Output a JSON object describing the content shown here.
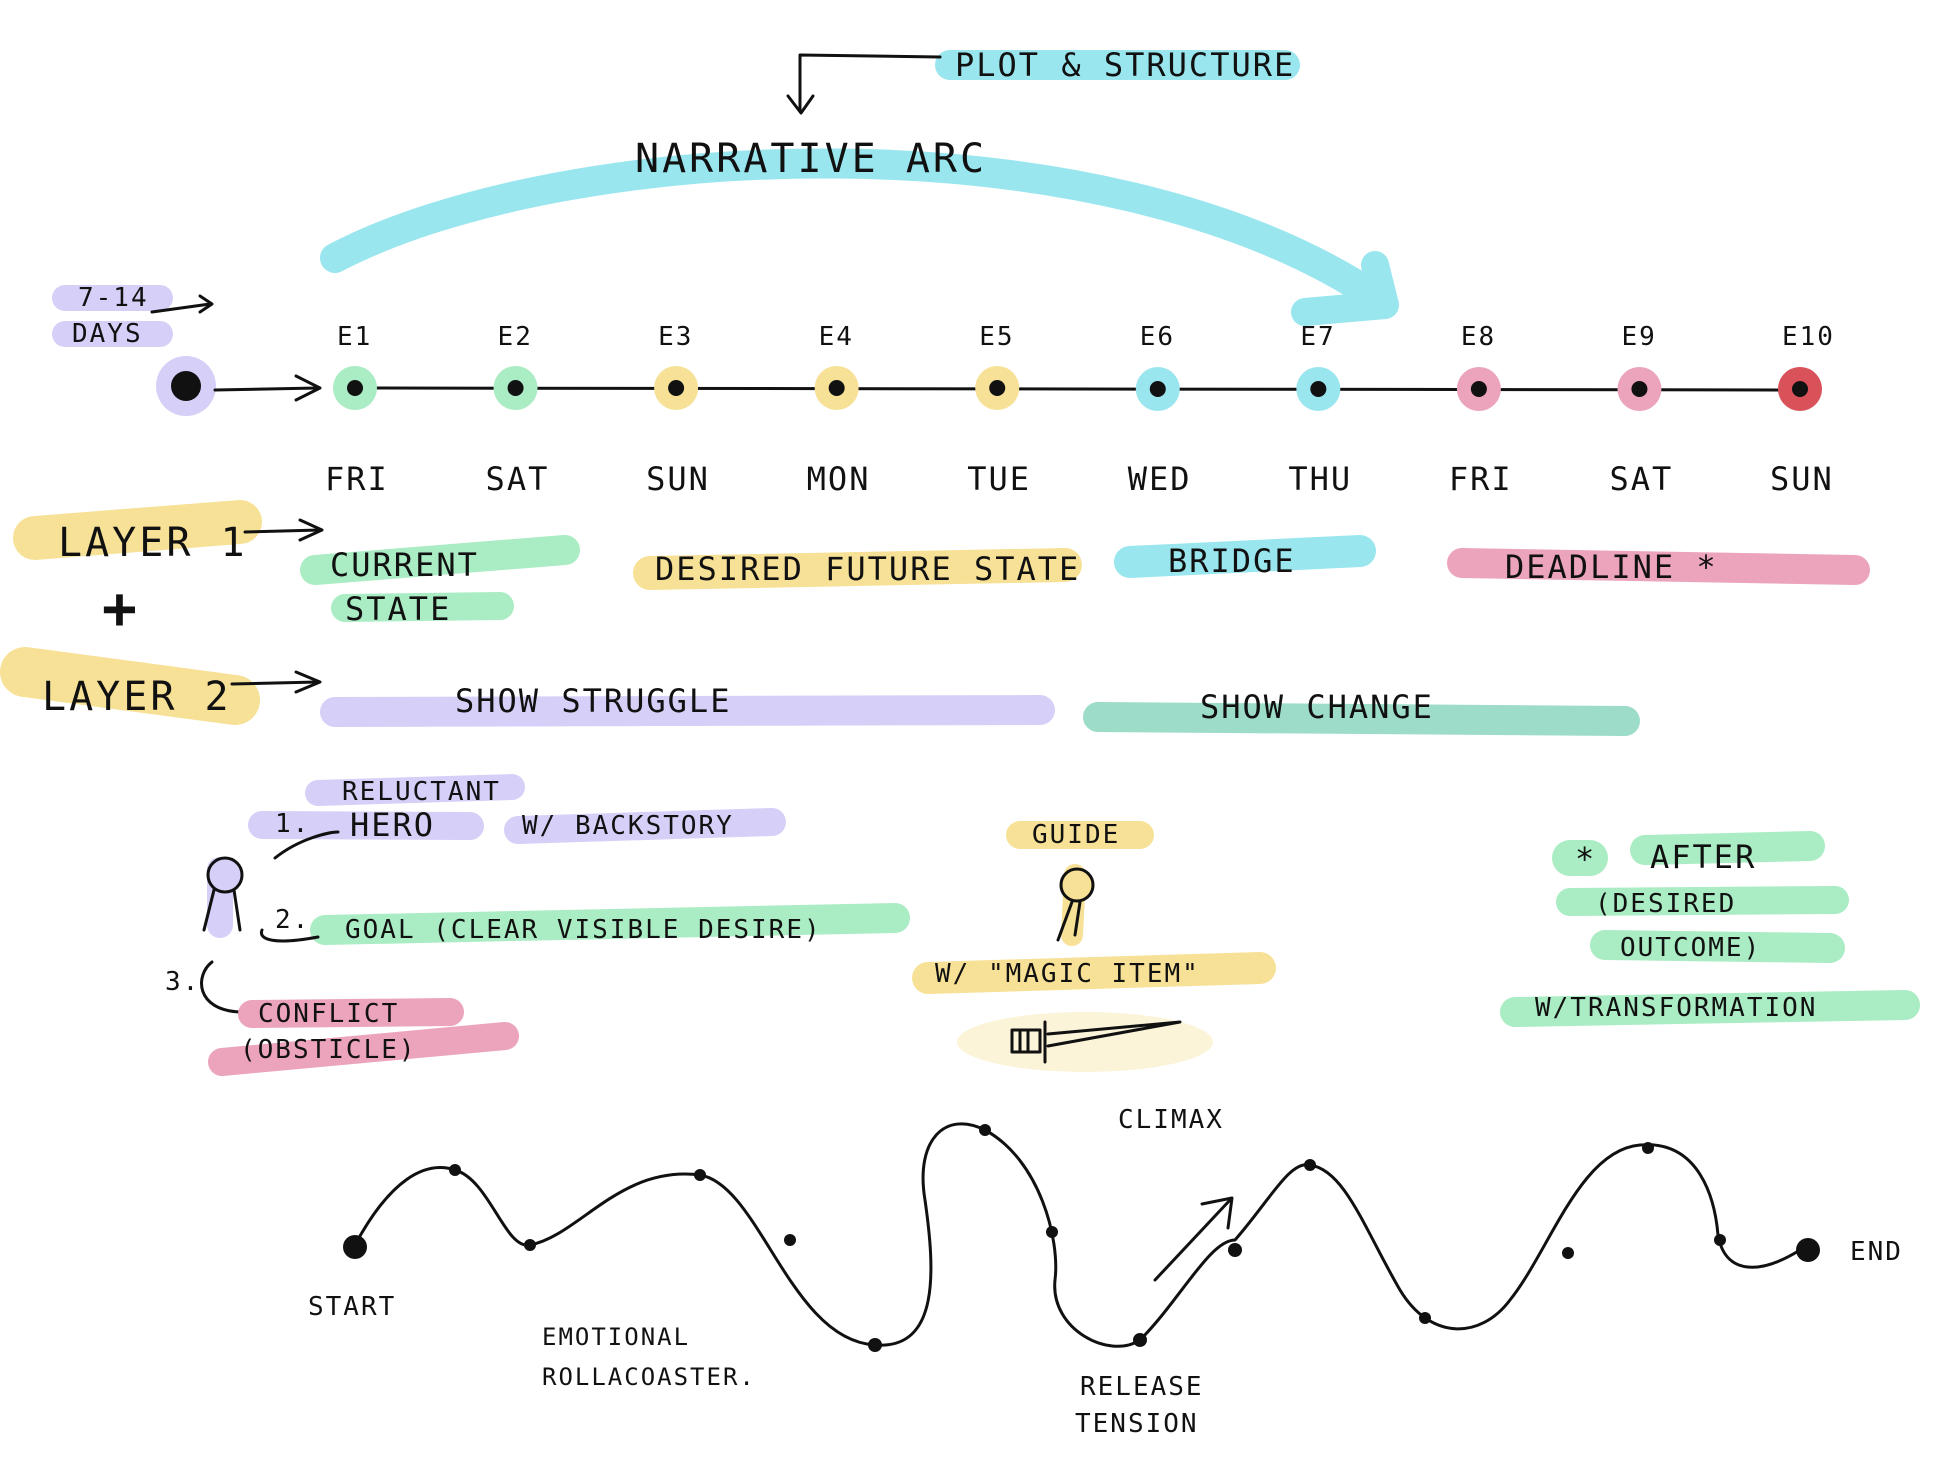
{
  "colors": {
    "cyan": "#99e6ef",
    "green": "#aaecc4",
    "yellow": "#f7e196",
    "purple": "#d6cff7",
    "pink": "#eba4bc",
    "teal": "#9cdcc8",
    "red": "#d9525a",
    "cream": "#fbf4d9",
    "ink": "#111111"
  },
  "header": {
    "plot_label": "PLOT & STRUCTURE",
    "arc_label": "NARRATIVE ARC"
  },
  "timeline": {
    "duration_top": "7-14",
    "duration_bottom": "DAYS",
    "episodes": [
      {
        "code": "E1",
        "day": "FRI",
        "color": "green"
      },
      {
        "code": "E2",
        "day": "SAT",
        "color": "green"
      },
      {
        "code": "E3",
        "day": "SUN",
        "color": "yellow"
      },
      {
        "code": "E4",
        "day": "MON",
        "color": "yellow"
      },
      {
        "code": "E5",
        "day": "TUE",
        "color": "yellow"
      },
      {
        "code": "E6",
        "day": "WED",
        "color": "cyan"
      },
      {
        "code": "E7",
        "day": "THU",
        "color": "cyan"
      },
      {
        "code": "E8",
        "day": "FRI",
        "color": "pink"
      },
      {
        "code": "E9",
        "day": "SAT",
        "color": "pink"
      },
      {
        "code": "E10",
        "day": "SUN",
        "color": "red"
      }
    ]
  },
  "layers": {
    "layer1": {
      "label": "LAYER 1",
      "plus": "+",
      "current_1": "CURRENT",
      "current_2": "STATE",
      "desired": "DESIRED FUTURE STATE",
      "bridge": "BRIDGE",
      "deadline": "DEADLINE *"
    },
    "layer2": {
      "label": "LAYER 2",
      "struggle": "SHOW STRUGGLE",
      "change": "SHOW CHANGE"
    }
  },
  "hero": {
    "reluctant": "RELUCTANT",
    "n1": "1.",
    "hero": "HERO",
    "backstory": "W/ BACKSTORY",
    "n2": "2.",
    "goal": "GOAL (CLEAR VISIBLE DESIRE)",
    "n3": "3.",
    "conflict": "CONFLICT",
    "obstacle": "(OBSTICLE)"
  },
  "guide": {
    "label": "GUIDE",
    "item": "W/ \"MAGIC ITEM\""
  },
  "after": {
    "star": "*",
    "after": "AFTER",
    "desired": "(DESIRED",
    "outcome": "OUTCOME)",
    "transform": "W/TRANSFORMATION"
  },
  "rollercoaster": {
    "start": "START",
    "end": "END",
    "climax": "CLIMAX",
    "emotional_1": "EMOTIONAL",
    "emotional_2": "ROLLACOASTER.",
    "release_1": "RELEASE",
    "release_2": "TENSION"
  }
}
